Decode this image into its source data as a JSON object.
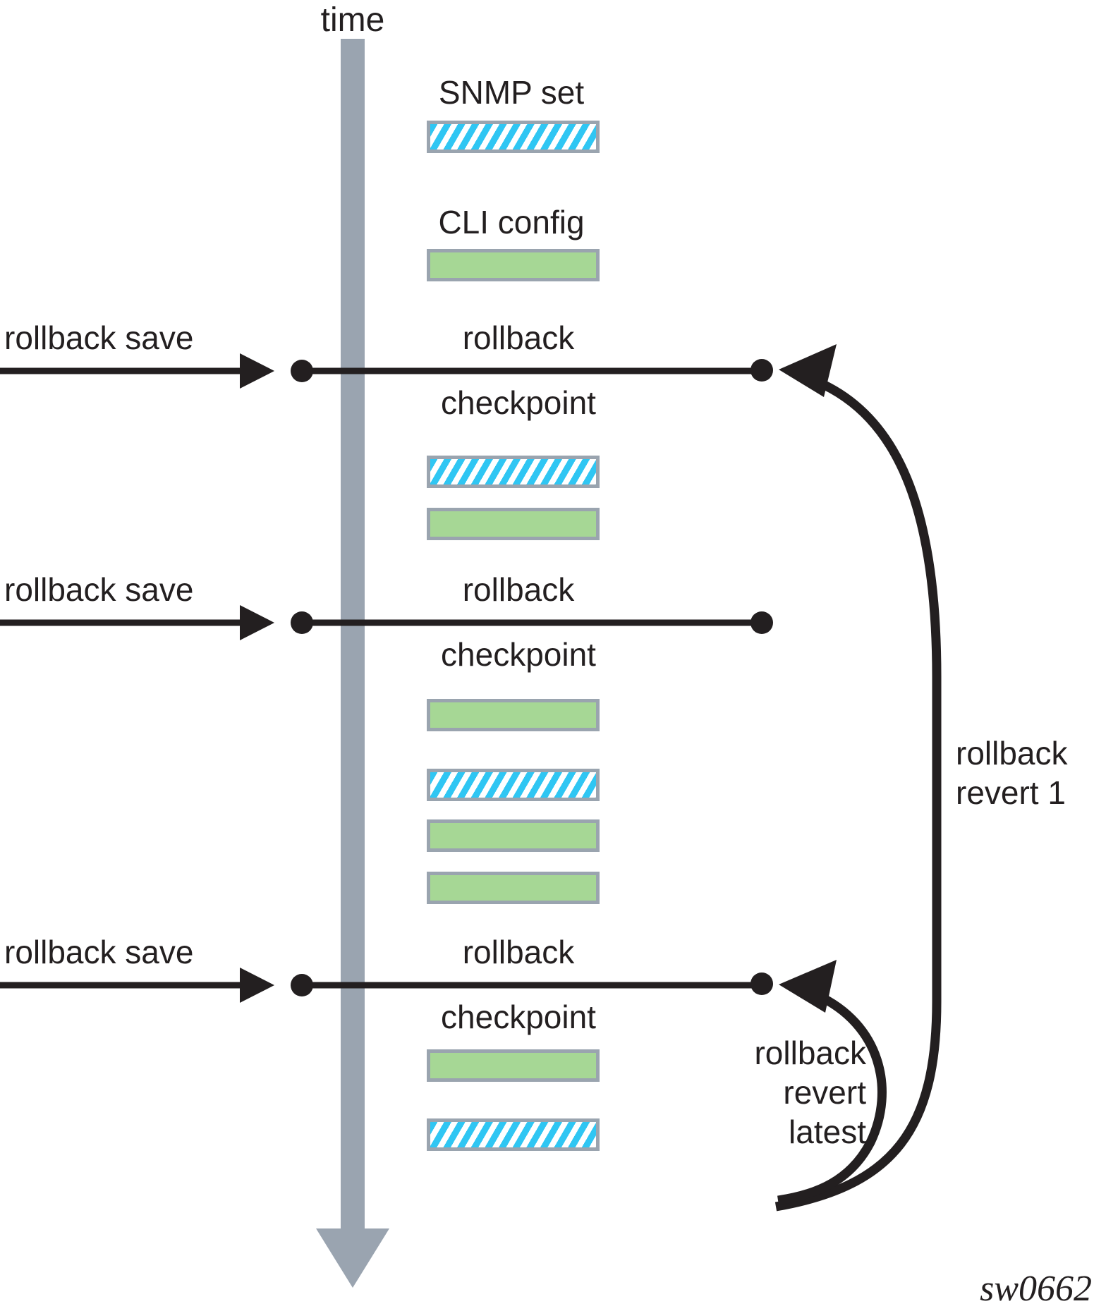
{
  "colors": {
    "timeline_gray": "#9AA4B0",
    "bar_border": "#9AA4AF",
    "cli_green": "#A6D795",
    "snmp_cyan": "#2FC6F3",
    "ink": "#231F20"
  },
  "timeline": {
    "label": "time"
  },
  "legend": {
    "snmp_label": "SNMP set",
    "cli_label": "CLI config"
  },
  "bars": {
    "sequence": [
      "snmp-set",
      "cli-config",
      "snmp-set",
      "cli-config",
      "cli-config",
      "snmp-set",
      "cli-config",
      "cli-config",
      "cli-config",
      "snmp-set"
    ]
  },
  "checkpoints": [
    {
      "save_label": "rollback save",
      "line1": "rollback",
      "line2": "checkpoint"
    },
    {
      "save_label": "rollback save",
      "line1": "rollback",
      "line2": "checkpoint"
    },
    {
      "save_label": "rollback save",
      "line1": "rollback",
      "line2": "checkpoint"
    }
  ],
  "reverts": {
    "revert1": {
      "line1": "rollback",
      "line2": "revert 1"
    },
    "revert_latest": {
      "line1": "rollback",
      "line2": "revert",
      "line3": "latest"
    }
  },
  "watermark": "sw0662"
}
